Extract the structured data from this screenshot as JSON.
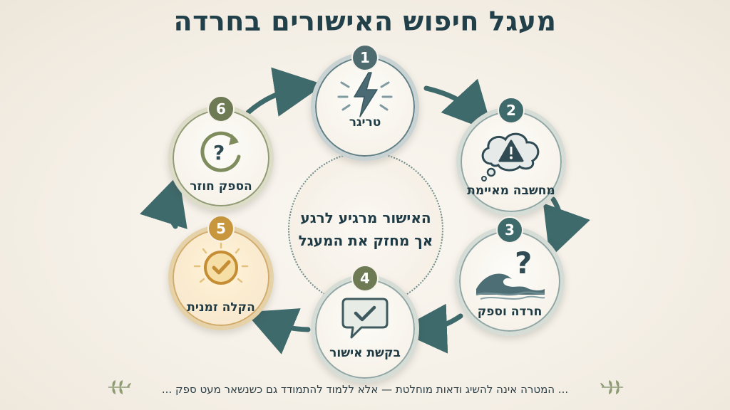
{
  "title": "מעגל חיפוש האישורים בחרדה",
  "center": {
    "line1": "האישור מרגיע לרגע",
    "line2": "אך מחזק את המעגל"
  },
  "steps": [
    {
      "number": "1",
      "label": "טריגר",
      "icon": "lightning-icon"
    },
    {
      "number": "2",
      "label": "מחשבה מאיימת",
      "icon": "warning-cloud-icon"
    },
    {
      "number": "3",
      "label": "חרדה וספק",
      "icon": "wave-question-icon"
    },
    {
      "number": "4",
      "label": "בקשת אישור",
      "icon": "speech-check-icon"
    },
    {
      "number": "5",
      "label": "הקלה זמנית",
      "icon": "glowing-check-icon"
    },
    {
      "number": "6",
      "label": "הספק חוזר",
      "icon": "cycle-question-icon"
    }
  ],
  "footer": "... המטרה אינה להשיג ודאות מוחלטת — אלא ללמוד להתמודד גם כשנשאר מעט ספק ...",
  "colors": {
    "title": "#22404a",
    "badge_teal": "#3f6a6b",
    "badge_slate": "#4e6b70",
    "badge_gold": "#c7963d",
    "badge_olive": "#6d7a54",
    "arrow": "#3f6a6b"
  }
}
